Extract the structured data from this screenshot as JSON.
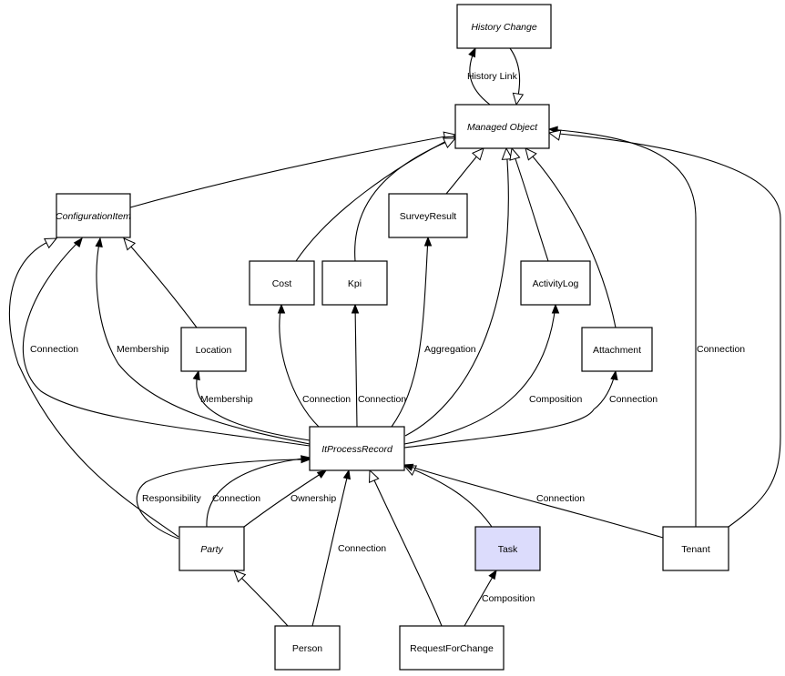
{
  "diagram": {
    "title": "",
    "nodes": [
      {
        "id": "history-change",
        "label": "History Change",
        "abstract": true,
        "highlight": false
      },
      {
        "id": "managed-object",
        "label": "Managed Object",
        "abstract": true,
        "highlight": false
      },
      {
        "id": "configuration-item",
        "label": "ConfigurationItem",
        "abstract": true,
        "highlight": false
      },
      {
        "id": "survey-result",
        "label": "SurveyResult",
        "abstract": false,
        "highlight": false
      },
      {
        "id": "cost",
        "label": "Cost",
        "abstract": false,
        "highlight": false
      },
      {
        "id": "kpi",
        "label": "Kpi",
        "abstract": false,
        "highlight": false
      },
      {
        "id": "activity-log",
        "label": "ActivityLog",
        "abstract": false,
        "highlight": false
      },
      {
        "id": "location",
        "label": "Location",
        "abstract": false,
        "highlight": false
      },
      {
        "id": "attachment",
        "label": "Attachment",
        "abstract": false,
        "highlight": false
      },
      {
        "id": "it-process-record",
        "label": "ItProcessRecord",
        "abstract": true,
        "highlight": false
      },
      {
        "id": "party",
        "label": "Party",
        "abstract": true,
        "highlight": false
      },
      {
        "id": "task",
        "label": "Task",
        "abstract": false,
        "highlight": true
      },
      {
        "id": "tenant",
        "label": "Tenant",
        "abstract": false,
        "highlight": false
      },
      {
        "id": "person",
        "label": "Person",
        "abstract": false,
        "highlight": false
      },
      {
        "id": "request-for-change",
        "label": "RequestForChange",
        "abstract": false,
        "highlight": false
      }
    ],
    "edges": [
      {
        "from": "managed-object",
        "to": "history-change",
        "label": "History Link",
        "kind": "association"
      },
      {
        "from": "history-change",
        "to": "managed-object",
        "label": "",
        "kind": "inheritance"
      },
      {
        "from": "configuration-item",
        "to": "managed-object",
        "label": "",
        "kind": "inheritance"
      },
      {
        "from": "cost",
        "to": "managed-object",
        "label": "",
        "kind": "inheritance"
      },
      {
        "from": "kpi",
        "to": "managed-object",
        "label": "",
        "kind": "inheritance"
      },
      {
        "from": "survey-result",
        "to": "managed-object",
        "label": "",
        "kind": "inheritance"
      },
      {
        "from": "it-process-record",
        "to": "managed-object",
        "label": "",
        "kind": "inheritance"
      },
      {
        "from": "activity-log",
        "to": "managed-object",
        "label": "",
        "kind": "inheritance"
      },
      {
        "from": "attachment",
        "to": "managed-object",
        "label": "",
        "kind": "inheritance"
      },
      {
        "from": "tenant",
        "to": "managed-object",
        "label": "Connection",
        "kind": "association"
      },
      {
        "from": "tenant",
        "to": "managed-object",
        "label": "",
        "kind": "inheritance"
      },
      {
        "from": "location",
        "to": "configuration-item",
        "label": "",
        "kind": "inheritance"
      },
      {
        "from": "party",
        "to": "configuration-item",
        "label": "",
        "kind": "inheritance"
      },
      {
        "from": "it-process-record",
        "to": "configuration-item",
        "label": "Connection",
        "kind": "association"
      },
      {
        "from": "it-process-record",
        "to": "configuration-item",
        "label": "Membership",
        "kind": "association"
      },
      {
        "from": "it-process-record",
        "to": "location",
        "label": "Membership",
        "kind": "association"
      },
      {
        "from": "it-process-record",
        "to": "cost",
        "label": "Connection",
        "kind": "association"
      },
      {
        "from": "it-process-record",
        "to": "kpi",
        "label": "Connection",
        "kind": "association"
      },
      {
        "from": "it-process-record",
        "to": "survey-result",
        "label": "Aggregation",
        "kind": "association"
      },
      {
        "from": "it-process-record",
        "to": "activity-log",
        "label": "Composition",
        "kind": "association"
      },
      {
        "from": "it-process-record",
        "to": "attachment",
        "label": "Connection",
        "kind": "association"
      },
      {
        "from": "party",
        "to": "it-process-record",
        "label": "Responsibility",
        "kind": "association"
      },
      {
        "from": "party",
        "to": "it-process-record",
        "label": "Connection",
        "kind": "association"
      },
      {
        "from": "party",
        "to": "it-process-record",
        "label": "Ownership",
        "kind": "association"
      },
      {
        "from": "person",
        "to": "it-process-record",
        "label": "Connection",
        "kind": "association"
      },
      {
        "from": "request-for-change",
        "to": "it-process-record",
        "label": "",
        "kind": "inheritance"
      },
      {
        "from": "task",
        "to": "it-process-record",
        "label": "",
        "kind": "inheritance"
      },
      {
        "from": "tenant",
        "to": "it-process-record",
        "label": "Connection",
        "kind": "association"
      },
      {
        "from": "person",
        "to": "party",
        "label": "",
        "kind": "inheritance"
      },
      {
        "from": "request-for-change",
        "to": "task",
        "label": "Composition",
        "kind": "association"
      }
    ]
  }
}
